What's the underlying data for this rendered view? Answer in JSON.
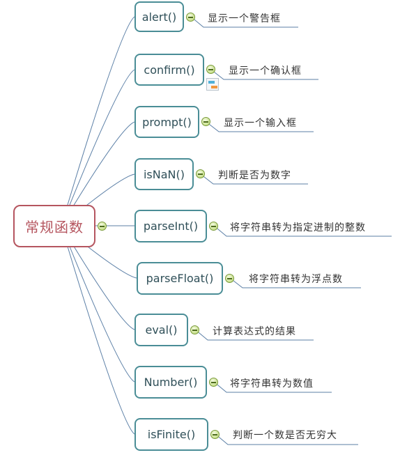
{
  "root": {
    "label": "常规函数"
  },
  "functions": [
    {
      "name": "alert()",
      "description": "显示一个警告框"
    },
    {
      "name": "confirm()",
      "description": "显示一个确认框"
    },
    {
      "name": "prompt()",
      "description": "显示一个输入框"
    },
    {
      "name": "isNaN()",
      "description": "判断是否为数字"
    },
    {
      "name": "parseInt()",
      "description": "将字符串转为指定进制的整数"
    },
    {
      "name": "parseFloat()",
      "description": "将字符串转为浮点数"
    },
    {
      "name": "eval()",
      "description": "计算表达式的结果"
    },
    {
      "name": "Number()",
      "description": "将字符串转为数值"
    },
    {
      "name": "isFinite()",
      "description": "判断一个数是否无穷大"
    }
  ],
  "icons": {
    "collapse": "collapse-minus-icon",
    "note": "note-icon"
  },
  "colors": {
    "root_border": "#b5555f",
    "node_border": "#4a8d96",
    "connector": "#5b7fa6",
    "collapse_fill": "#c8e08c"
  }
}
